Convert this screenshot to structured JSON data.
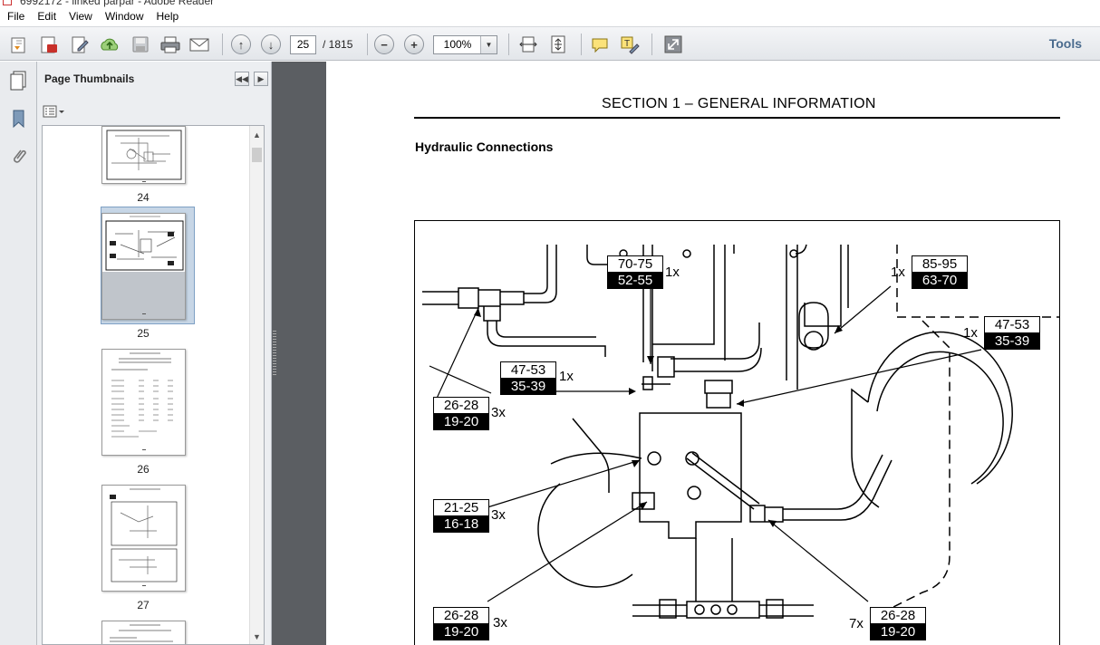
{
  "window": {
    "title": "6992172 - linked parpar - Adobe Reader"
  },
  "menu": [
    "File",
    "Edit",
    "View",
    "Window",
    "Help"
  ],
  "toolbar": {
    "page_current": "25",
    "page_total": "/ 1815",
    "zoom": "100%",
    "tools_label": "Tools",
    "icons": [
      "open-icon",
      "create-pdf-icon",
      "edit-icon",
      "cloud-upload-icon",
      "save-icon",
      "print-icon",
      "email-icon",
      "prev-page-icon",
      "next-page-icon",
      "zoom-out-icon",
      "zoom-in-icon",
      "fit-width-icon",
      "fit-page-icon",
      "comment-icon",
      "highlight-icon",
      "expand-icon"
    ]
  },
  "thumbnails": {
    "title": "Page Thumbnails",
    "pages": [
      {
        "label": "24",
        "selected": false
      },
      {
        "label": "25",
        "selected": true
      },
      {
        "label": "26",
        "selected": false
      },
      {
        "label": "27",
        "selected": false
      }
    ]
  },
  "document": {
    "section_title": "SECTION 1 – GENERAL INFORMATION",
    "subheading": "Hydraulic Connections",
    "figure_callouts": [
      {
        "nm": "70-75",
        "lbft": "52-55",
        "qty": "1x"
      },
      {
        "nm": "85-95",
        "lbft": "63-70",
        "qty": "1x"
      },
      {
        "nm": "47-53",
        "lbft": "35-39",
        "qty": "1x"
      },
      {
        "nm": "47-53",
        "lbft": "35-39",
        "qty": "1x"
      },
      {
        "nm": "26-28",
        "lbft": "19-20",
        "qty": "3x"
      },
      {
        "nm": "21-25",
        "lbft": "16-18",
        "qty": "3x"
      },
      {
        "nm": "26-28",
        "lbft": "19-20",
        "qty": "3x"
      },
      {
        "nm": "26-28",
        "lbft": "19-20",
        "qty": "7x"
      }
    ]
  },
  "colors": {
    "toolbar_bg": "#e3e6ea",
    "panel_bg": "#eceef1",
    "doc_bg": "#5b5e62",
    "selection": "#c7d6e6",
    "tools_link": "#4a6b8e"
  }
}
